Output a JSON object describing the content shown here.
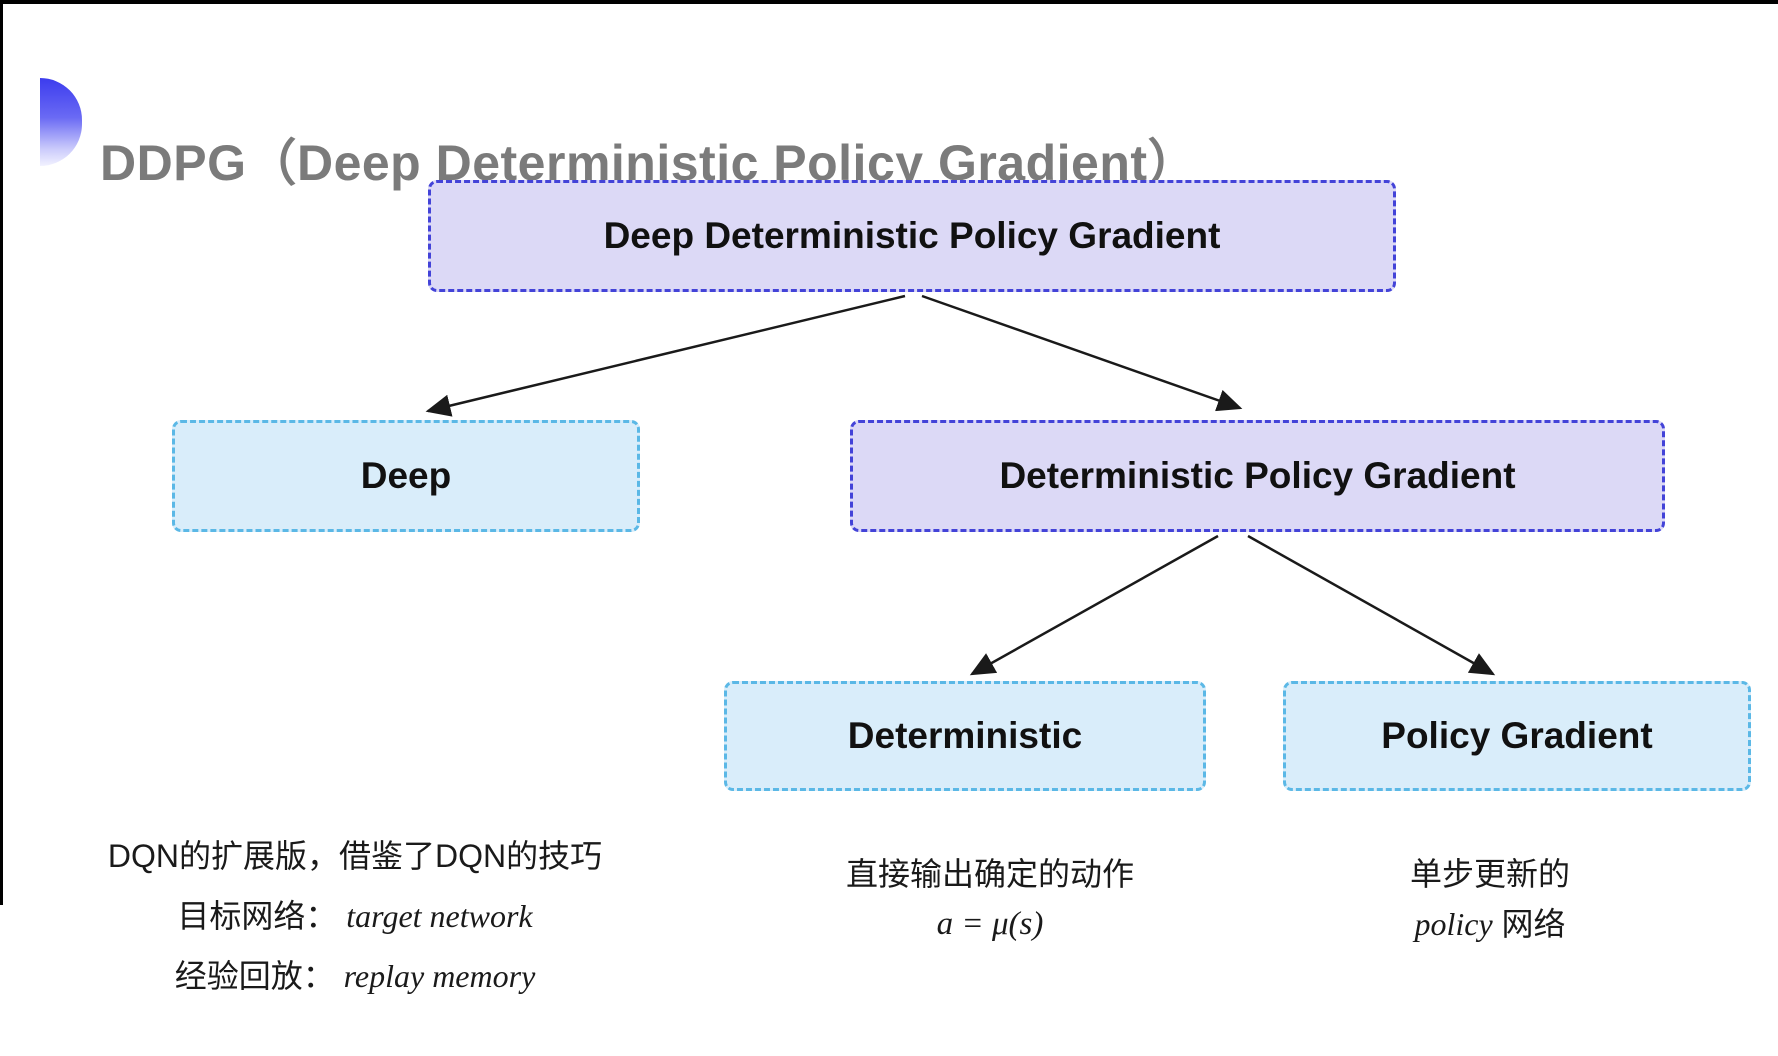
{
  "header": {
    "title": "DDPG（Deep Deterministic Policy Gradient）",
    "title_color": "#7b7b7b",
    "accent_color": "#3c3cee"
  },
  "diagram": {
    "type": "tree",
    "colors": {
      "purple_fill": "#dcd9f6",
      "purple_border": "#4343d8",
      "blue_fill": "#d9edfa",
      "blue_border": "#5bb8e6",
      "arrow": "#1a1a1a"
    },
    "nodes": [
      {
        "id": "root",
        "label": "Deep Deterministic Policy Gradient",
        "variant": "purple"
      },
      {
        "id": "deep",
        "label": "Deep",
        "variant": "blue",
        "parent": "root"
      },
      {
        "id": "dpg",
        "label": "Deterministic Policy Gradient",
        "variant": "purple",
        "parent": "root"
      },
      {
        "id": "deterministic",
        "label": "Deterministic",
        "variant": "blue",
        "parent": "dpg"
      },
      {
        "id": "policy-gradient",
        "label": "Policy Gradient",
        "variant": "blue",
        "parent": "dpg"
      }
    ]
  },
  "notes": {
    "deep": {
      "line1": "DQN的扩展版，借鉴了DQN的技巧",
      "line2_label": "目标网络：",
      "line2_value": "target network",
      "line3_label": "经验回放：",
      "line3_value": "replay memory"
    },
    "deterministic": {
      "line1": "直接输出确定的动作",
      "formula": "a = μ(s)"
    },
    "policy_gradient": {
      "line1": "单步更新的",
      "line2_italic": "policy",
      "line2_rest": " 网络"
    }
  }
}
